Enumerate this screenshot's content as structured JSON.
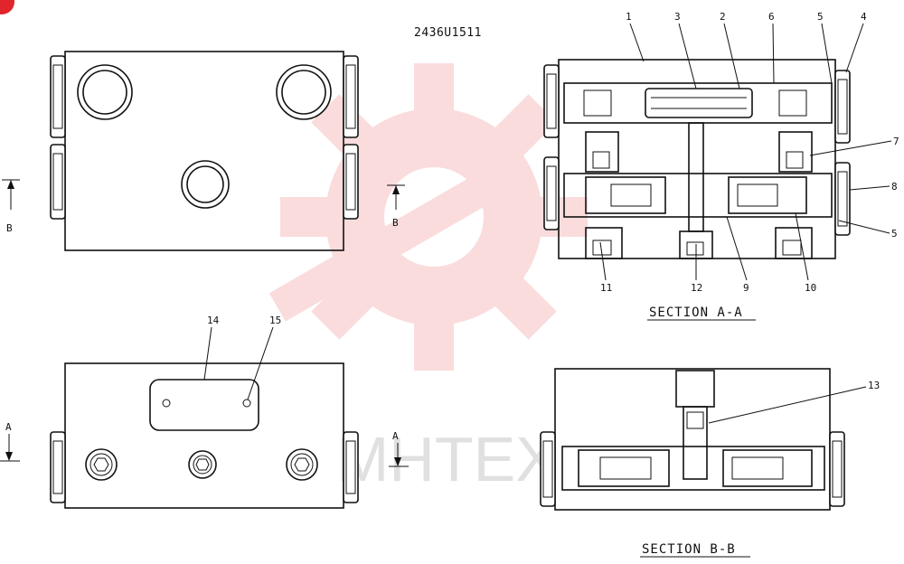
{
  "drawing_code": "2436U1511",
  "corner_badge_color": "#e0252b",
  "watermark": {
    "text": "МНТЕХ",
    "color": "#e8434a"
  },
  "view_labels": {
    "top_a": "B",
    "top_b": "B",
    "bottom_a": "A",
    "bottom_b": "A"
  },
  "section_titles": {
    "aa": "SECTION A-A",
    "bb": "SECTION B-B"
  },
  "callouts": {
    "c1": "1",
    "c2": "2",
    "c3": "3",
    "c4": "4",
    "c5a": "5",
    "c5b": "5",
    "c6": "6",
    "c7": "7",
    "c8": "8",
    "c9": "9",
    "c10": "10",
    "c11": "11",
    "c12": "12",
    "c13": "13",
    "c14": "14",
    "c15": "15"
  }
}
